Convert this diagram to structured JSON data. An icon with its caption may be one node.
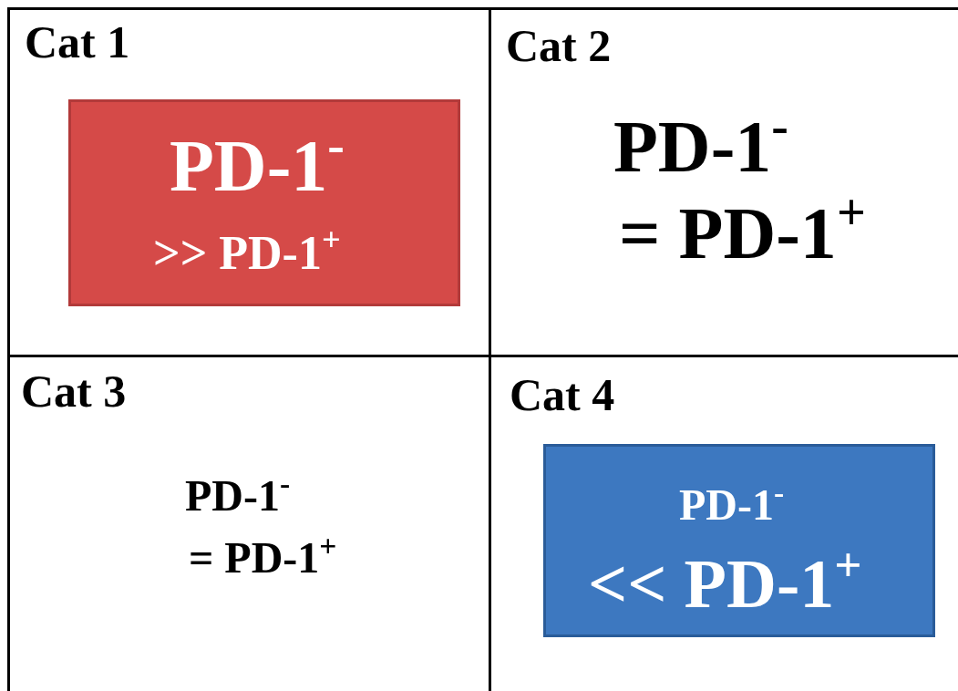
{
  "diagram": {
    "nodes": [
      {
        "text": [
          "Cat 1"
        ]
      },
      {
        "text": [
          "PD-1$^{-}$",
          ">> PD-1$^{+}$"
        ],
        "in": 0
      },
      {
        "text": [
          "Cat 2",
          "PD-1$^{-}$",
          "= PD-1$^{+}$"
        ]
      },
      {
        "text": [
          "Cat 3",
          "PD-1$^{-}$",
          "= PD-1$^{+}$"
        ]
      },
      {
        "text": [
          "Cat 4"
        ]
      },
      {
        "text": [
          "PD-1$^{-}$",
          "<< PD-1$^{+}$"
        ],
        "in": 4
      }
    ],
    "edges": []
  }
}
